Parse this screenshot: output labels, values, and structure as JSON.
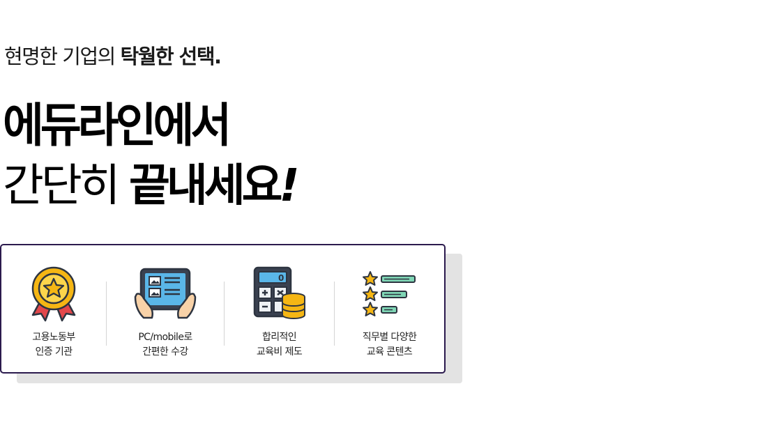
{
  "tagline": {
    "light": "현명한 기업의 ",
    "bold": "탁월한 선택."
  },
  "headline": {
    "line1": "에듀라인에서",
    "line2_light": "간단히 ",
    "line2_bold": "끝내세요",
    "line2_bang": "!"
  },
  "features": [
    {
      "icon": "award-medal-icon",
      "line1": "고용노동부",
      "line2": "인증 기관"
    },
    {
      "icon": "tablet-learning-icon",
      "line1": "PC/mobile로",
      "line2": "간편한 수강"
    },
    {
      "icon": "calculator-coins-icon",
      "line1": "합리적인",
      "line2": "교육비 제도"
    },
    {
      "icon": "star-list-icon",
      "line1": "직무별 다양한",
      "line2": "교육 콘텐츠"
    }
  ],
  "colors": {
    "card_border": "#2b1a4d",
    "shadow": "#e3e3e3",
    "accent_gold": "#f5b614",
    "accent_red": "#e2474b",
    "accent_blue": "#5ab6e8",
    "accent_mint": "#7fd6b5",
    "outline": "#2d3440"
  }
}
